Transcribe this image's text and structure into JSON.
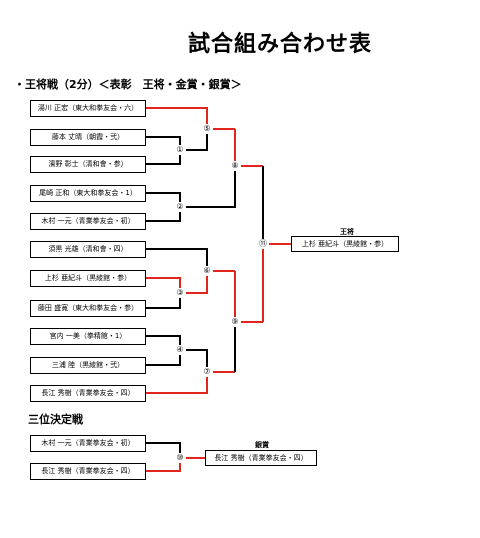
{
  "title": "試合組み合わせ表",
  "section1": {
    "heading": "・王将戦（2分）＜表彰　王将・金賞・銀賞＞"
  },
  "players": [
    "湯川 正宏（東大和拳友会・六）",
    "藤本 丈晴（朝霞・弐）",
    "濱野 彰士（清和會・参）",
    "尾崎 正和（東大和拳友会・1）",
    "木村 一元（青業拳友会・初）",
    "須黒 光雄（清和會・四）",
    "上杉 亜紀斗（黒綾館・参）",
    "藤田 盛寛（東大和拳友会・参）",
    "宮内 一美（拳精館・1）",
    "三浦 陸（黒綾館・弐）",
    "長江 秀樹（青業拳友会・四）"
  ],
  "match_numbers": {
    "m1": "①",
    "m2": "②",
    "m4": "④",
    "m5": "⑤",
    "m6": "⑥",
    "m3": "③",
    "m7": "⑦",
    "m8": "⑧",
    "m9": "⑨",
    "m11": "⑪",
    "m10": "⑩"
  },
  "winner": {
    "label": "王将",
    "name": "上杉 亜紀斗（黒綾館・参）"
  },
  "section2": {
    "heading": "三位決定戦",
    "players": [
      "木村 一元（青業拳友会・初）",
      "長江 秀樹（青業拳友会・四）"
    ],
    "winner_label": "銀賞",
    "winner_name": "長江 秀樹（青業拳友会・四）"
  },
  "colors": {
    "winner_line": "#e0261c",
    "line": "#000000"
  }
}
